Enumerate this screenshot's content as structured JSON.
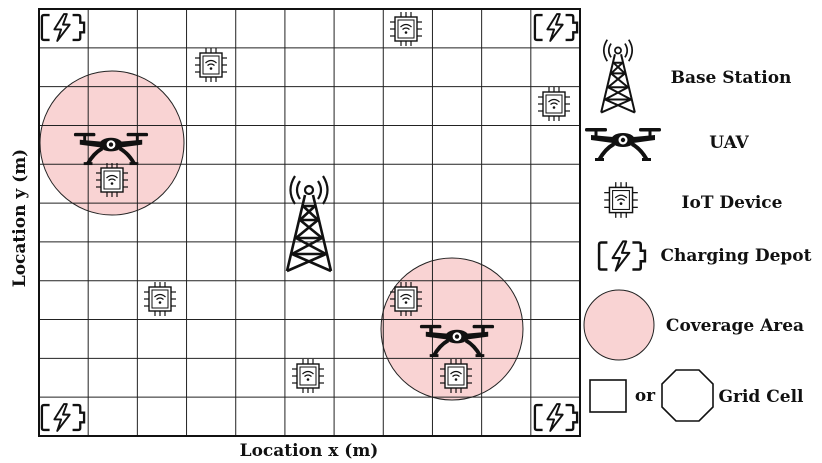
{
  "axes": {
    "xlabel": "Location x (m)",
    "ylabel": "Location y (m)"
  },
  "legend": {
    "base_station": "Base Station",
    "uav": "UAV",
    "iot_device": "IoT Device",
    "charging_depot": "Charging Depot",
    "coverage_area": "Coverage Area",
    "or_word": "or",
    "grid_cell": "Grid Cell"
  },
  "colors": {
    "coverage_fill": "#f9d3d3",
    "line": "#111111"
  },
  "grid": {
    "cols": 11,
    "rows": 11
  }
}
